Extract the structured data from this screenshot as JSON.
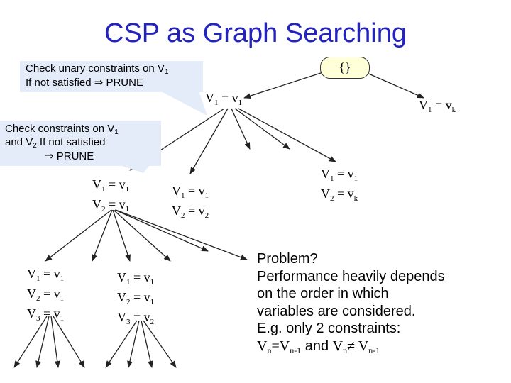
{
  "title": "CSP as Graph Searching",
  "root_label": "{}",
  "level1_left": {
    "var": "V",
    "sub": "1",
    "eq": " = v",
    "val": "1"
  },
  "level1_right": {
    "var": "V",
    "sub": "1",
    "eq": " = v",
    "val": "k"
  },
  "node_a": {
    "l1_var": "V",
    "l1_sub": "1",
    "l1_eq": " = v",
    "l1_val": "1",
    "l2_var": "V",
    "l2_sub": "2",
    "l2_eq": " = v",
    "l2_val": "1"
  },
  "node_b": {
    "l1_var": "V",
    "l1_sub": "1",
    "l1_eq": " = v",
    "l1_val": "1",
    "l2_var": "V",
    "l2_sub": "2",
    "l2_eq": " = v",
    "l2_val": "2"
  },
  "node_c": {
    "l1_var": "V",
    "l1_sub": "1",
    "l1_eq": " = v",
    "l1_val": "1",
    "l2_var": "V",
    "l2_sub": "2",
    "l2_eq": " = v",
    "l2_val": "k"
  },
  "node_d": {
    "l1_var": "V",
    "l1_sub": "1",
    "l1_eq": " = v",
    "l1_val": "1",
    "l2_var": "V",
    "l2_sub": "2",
    "l2_eq": " = v",
    "l2_val": "1",
    "l3_var": "V",
    "l3_sub": "3",
    "l3_eq": " = v",
    "l3_val": "1"
  },
  "node_e": {
    "l1_var": "V",
    "l1_sub": "1",
    "l1_eq": " = v",
    "l1_val": "1",
    "l2_var": "V",
    "l2_sub": "2",
    "l2_eq": " = v",
    "l2_val": "1",
    "l3_var": "V",
    "l3_sub": "3",
    "l3_eq": " = v",
    "l3_val": "2"
  },
  "callout1": {
    "line1_pre": "Check unary constraints on V",
    "line1_sub": "1",
    "line2": "If not satisfied ⇒ PRUNE"
  },
  "callout2": {
    "line1_pre": "Check constraints on V",
    "line1_sub": "1",
    "line2_pre": "and V",
    "line2_sub": "2",
    "line2_post": " If not satisfied",
    "line3": "⇒ PRUNE"
  },
  "note": {
    "line1": "Problem?",
    "line2": "Performance heavily depends",
    "line3": "on the order in which",
    "line4": "variables are considered.",
    "line5": "E.g. only 2 constraints:",
    "f_v1": "V",
    "f_n1": "n",
    "f_eq": "=V",
    "f_n1m": "n-1",
    "f_and": " and ",
    "f_v2": "V",
    "f_n2": "n",
    "f_neq": "≠ V",
    "f_n2m": "n-1"
  },
  "colors": {
    "title": "#2323bf",
    "callout_bg": "#e3ecf8",
    "root_fill": "#ffffd8"
  }
}
